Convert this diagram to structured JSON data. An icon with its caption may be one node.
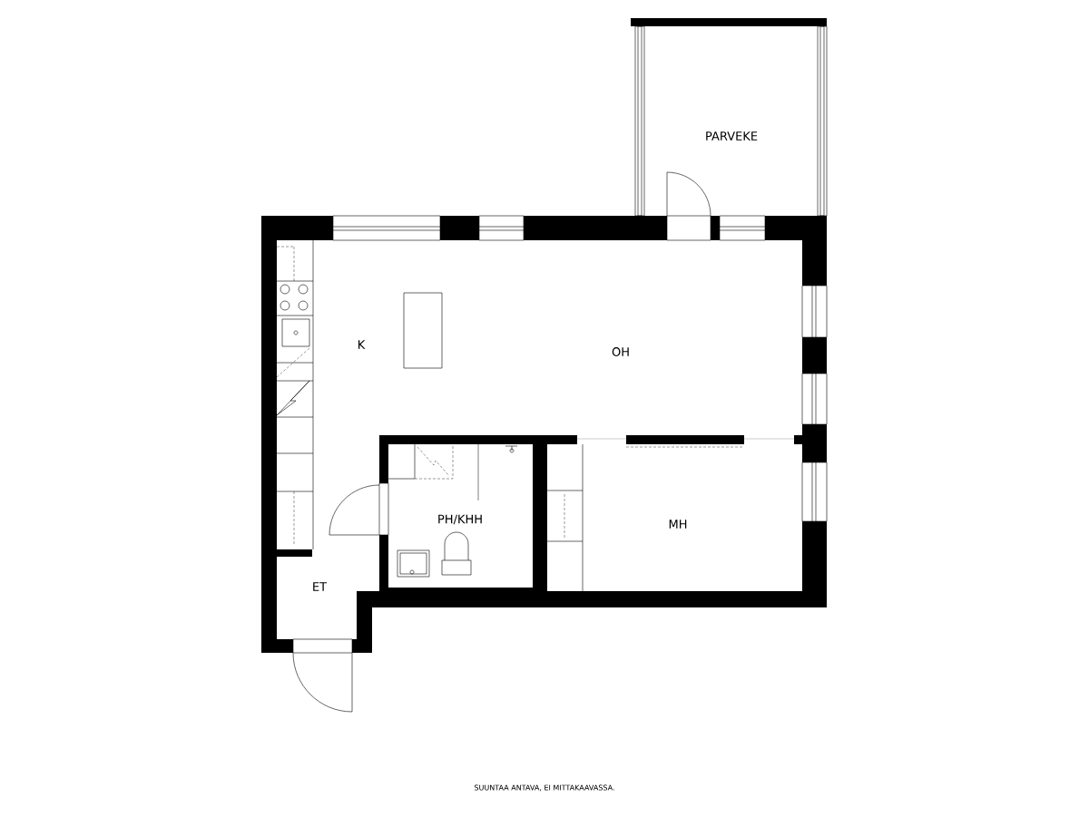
{
  "diagram": {
    "labels": [
      "PARVEKE",
      "K",
      "OH",
      "PH/KHH",
      "MH",
      "ET",
      "SUUNTAA ANTAVA, EI MITTAKAAVASSA."
    ]
  }
}
